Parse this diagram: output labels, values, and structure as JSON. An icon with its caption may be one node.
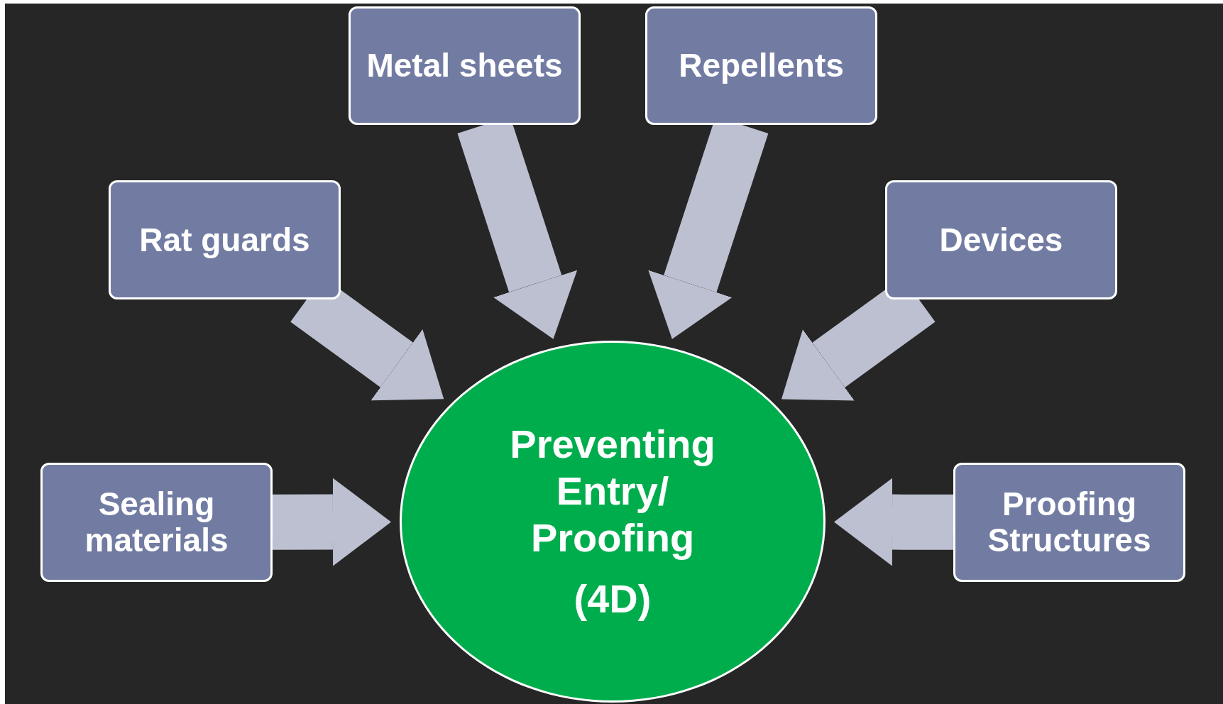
{
  "diagram": {
    "nodes": [
      {
        "text": [
          "Metal sheets"
        ]
      },
      {
        "text": [
          "Repellents"
        ]
      },
      {
        "text": [
          "Rat guards"
        ]
      },
      {
        "text": [
          "Devices"
        ]
      },
      {
        "text": [
          "Sealing materials"
        ]
      },
      {
        "text": [
          "Proofing Structures"
        ]
      },
      {
        "text": [
          "Preventing Entry/ Proofing",
          "(4D)"
        ]
      }
    ],
    "edges": [
      {
        "from": 0,
        "to": 6,
        "arrow": "to"
      },
      {
        "from": 1,
        "to": 6,
        "arrow": "to"
      },
      {
        "from": 2,
        "to": 6,
        "arrow": "to"
      },
      {
        "from": 3,
        "to": 6,
        "arrow": "to"
      },
      {
        "from": 4,
        "to": 6,
        "arrow": "to"
      },
      {
        "from": 5,
        "to": 6,
        "arrow": "to"
      }
    ]
  }
}
